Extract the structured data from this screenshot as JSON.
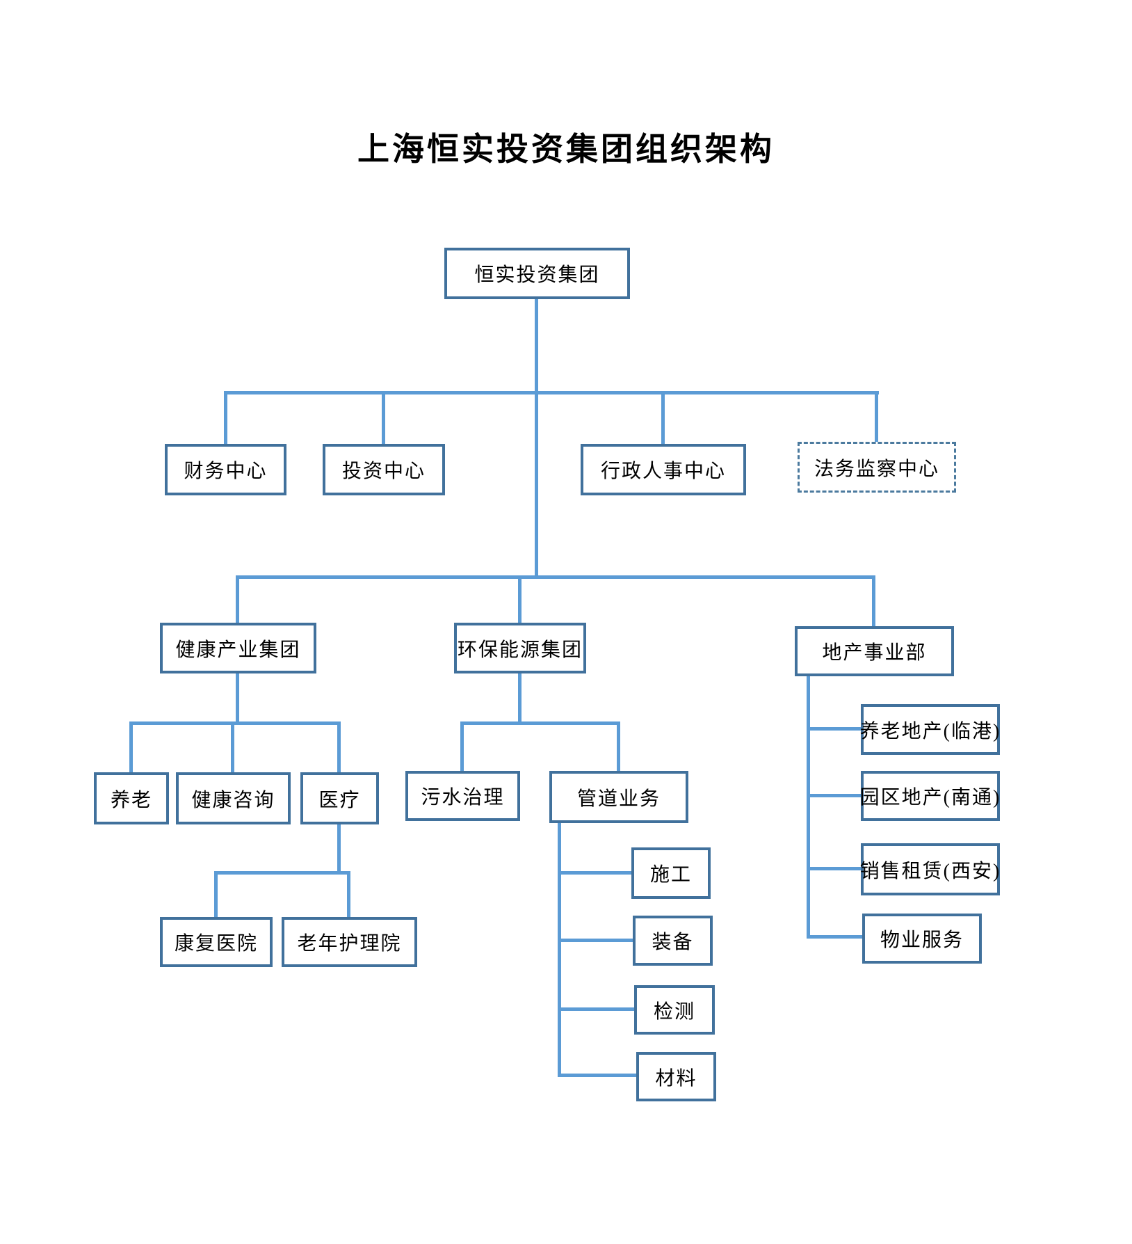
{
  "title": "上海恒实投资集团组织架构",
  "colors": {
    "box_border": "#41719C",
    "connector": "#5B9BD5",
    "text": "#000000",
    "background": "#ffffff"
  },
  "chart": {
    "root": {
      "label": "恒实投资集团",
      "children": [
        {
          "label": "财务中心"
        },
        {
          "label": "投资中心"
        },
        {
          "label": "行政人事中心"
        },
        {
          "label": "法务监察中心",
          "style": "dashed"
        },
        {
          "label": "健康产业集团",
          "children": [
            {
              "label": "养老"
            },
            {
              "label": "健康咨询"
            },
            {
              "label": "医疗",
              "children": [
                {
                  "label": "康复医院"
                },
                {
                  "label": "老年护理院"
                }
              ]
            }
          ]
        },
        {
          "label": "环保能源集团",
          "children": [
            {
              "label": "污水治理"
            },
            {
              "label": "管道业务",
              "children": [
                {
                  "label": "施工"
                },
                {
                  "label": "装备"
                },
                {
                  "label": "检测"
                },
                {
                  "label": "材料"
                }
              ]
            }
          ]
        },
        {
          "label": "地产事业部",
          "children": [
            {
              "label": "养老地产(临港)"
            },
            {
              "label": "园区地产(南通)"
            },
            {
              "label": "销售租赁(西安)"
            },
            {
              "label": "物业服务"
            }
          ]
        }
      ]
    }
  }
}
